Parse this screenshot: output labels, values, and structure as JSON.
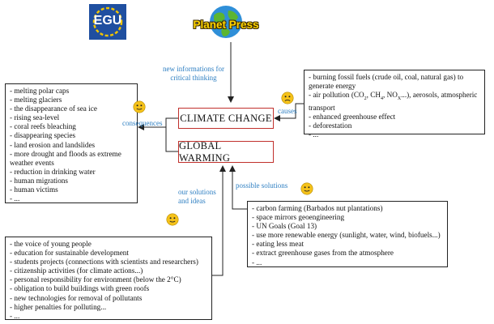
{
  "logos": {
    "egu": "EGU",
    "planet_press": "Planet Press"
  },
  "center": {
    "climate_change": "CLIMATE CHANGE",
    "global_warming": "GLOBAL WARMING"
  },
  "labels": {
    "new_info": [
      "new informations for",
      "critical thinking"
    ],
    "consequences": "consequences",
    "causes": "causes",
    "our_solutions": [
      "our solutions",
      "and ideas"
    ],
    "possible_solutions": "possible solutions"
  },
  "consequences_list": [
    "melting polar caps",
    "melting glaciers",
    "the disappearance of sea ice",
    "rising sea-level",
    "coral reefs bleaching",
    "disappearing species",
    "land erosion and landslides",
    "more drought and floods as extreme weather events",
    "reduction in drinking water",
    "human migrations",
    "human victims",
    "..."
  ],
  "causes_list": [
    "burning fossil fuels (crude oil, coal, natural gas) to generate energy",
    "air pollution (CO2, CH4, NOx...), aerosols, atmospheric transport",
    "enhanced greenhouse effect",
    "deforestation",
    "..."
  ],
  "possible_solutions_list": [
    "carbon farming  (Barbados nut plantations)",
    "space mirrors geoengineering",
    "UN Goals (Goal 13)",
    "use more renewable energy (sunlight, water, wind, biofuels...)",
    "eating less meat",
    "extract greenhouse gases from the atmosphere",
    "..."
  ],
  "our_solutions_list": [
    "the voice of young people",
    "education for sustainable development",
    "students projects (connections with scientists and researchers)",
    "citizenship activities (for climate actions...)",
    "personal responsibility for environment (below the 2°C)",
    "obligation to build buildings with green roofs",
    "new technologies for removal of pollutants",
    "higher penalties for polluting...",
    "..."
  ],
  "colors": {
    "center_border": "#c0302c",
    "label_blue": "#2e7fc2",
    "egu_blue": "#1f4fa0",
    "egu_yellow": "#f0c400",
    "smiley_yellow": "#f5c21a"
  },
  "icons": [
    "smiley-happy-icon",
    "smiley-sad-icon"
  ]
}
